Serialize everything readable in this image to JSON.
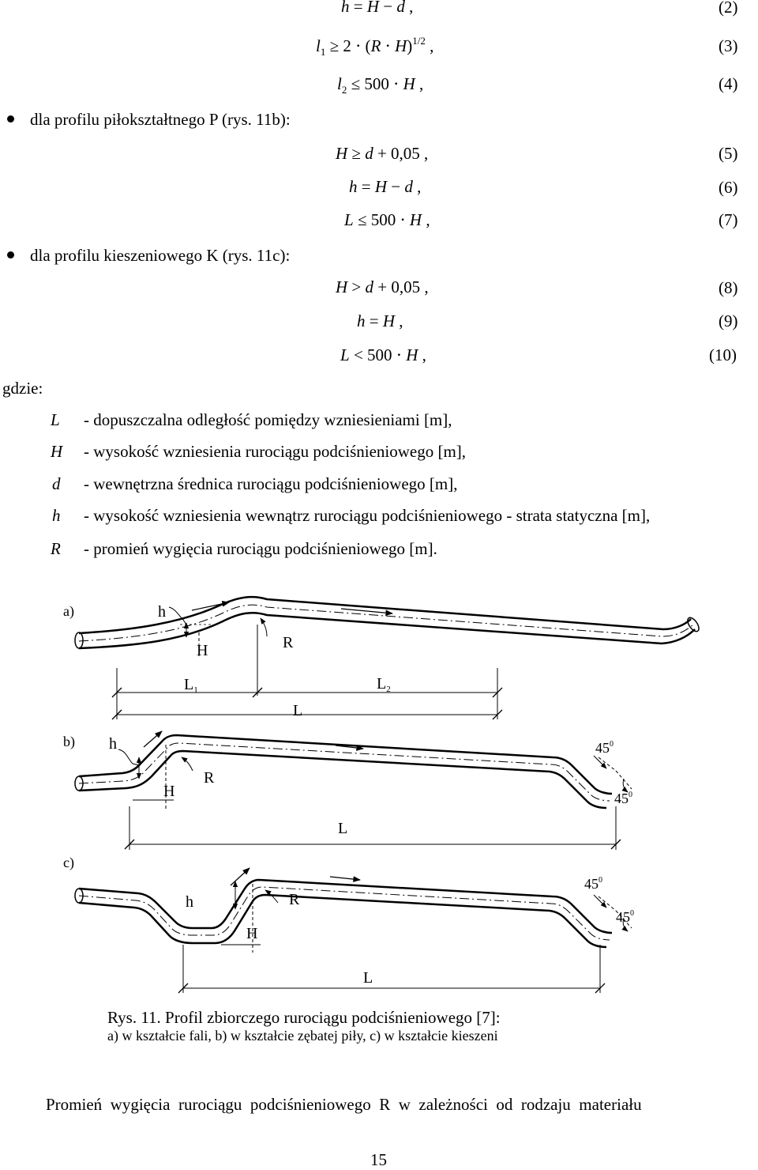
{
  "equations": [
    {
      "num": "(2)"
    },
    {
      "num": "(3)"
    },
    {
      "num": "(4)"
    },
    {
      "num": "(5)"
    },
    {
      "num": "(6)"
    },
    {
      "num": "(7)"
    },
    {
      "num": "(8)"
    },
    {
      "num": "(9)"
    },
    {
      "num": "(10)"
    }
  ],
  "bullets": [
    "dla profilu piłokształtnego P (rys. 11b):",
    "dla profilu kieszeniowego K (rys. 11c):"
  ],
  "gdzie": "gdzie:",
  "definitions": [
    {
      "symbol": "L",
      "text": "- dopuszczalna odległość pomiędzy wzniesieniami [m],"
    },
    {
      "symbol": "H",
      "text": "- wysokość wzniesienia rurociągu podciśnieniowego [m],"
    },
    {
      "symbol": "d",
      "text": "- wewnętrzna średnica rurociągu podciśnieniowego [m],"
    },
    {
      "symbol": "h",
      "text": "- wysokość wzniesienia wewnątrz rurociągu podciśnieniowego - strata statyczna [m],"
    },
    {
      "symbol": "R",
      "text": "- promień wygięcia rurociągu podciśnieniowego [m]."
    }
  ],
  "figure": {
    "a": {
      "label": "a)",
      "h": "h",
      "H": "H",
      "R": "R",
      "L1": "L",
      "L1_sub": "1",
      "L2": "L",
      "L2_sub": "2",
      "L": "L"
    },
    "b": {
      "label": "b)",
      "h": "h",
      "H": "H",
      "R": "R",
      "L": "L",
      "angle1": "45",
      "angle2": "45",
      "deg": "0"
    },
    "c": {
      "label": "c)",
      "h": "h",
      "H": "H",
      "R": "R",
      "L": "L",
      "angle1": "45",
      "angle2": "45",
      "deg": "0"
    }
  },
  "caption": {
    "line1": "Rys. 11. Profil zbiorczego rurociągu podciśnieniowego [7]:",
    "line2": "a) w kształcie fali, b) w kształcie zębatej piły, c) w kształcie kieszeni"
  },
  "last_line": "Promień  wygięcia  rurociągu  podciśnieniowego  R  w  zależności  od  rodzaju  materiału",
  "page_number": "15",
  "colors": {
    "text": "#000000",
    "background": "#ffffff"
  }
}
